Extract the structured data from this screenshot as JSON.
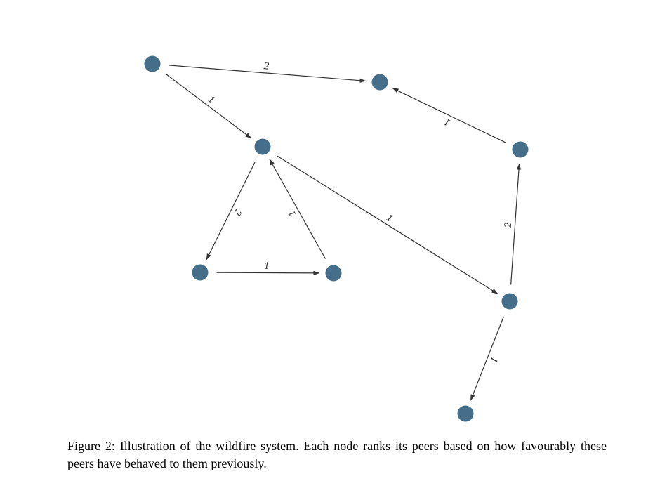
{
  "figure": {
    "caption": "Figure 2: Illustration of the wildfire system. Each node ranks its peers based on how favourably these peers have behaved to them previously.",
    "node_color": "#456e8a",
    "edge_color": "#333333"
  },
  "graph": {
    "nodes": [
      "n1",
      "n2",
      "n3",
      "n4",
      "n5",
      "n6",
      "n7",
      "n8"
    ],
    "edges": [
      {
        "from": "n1",
        "to": "n2",
        "label": "2"
      },
      {
        "from": "n1",
        "to": "n3",
        "label": "1"
      },
      {
        "from": "n4",
        "to": "n2",
        "label": "1"
      },
      {
        "from": "n3",
        "to": "n5",
        "label": "2"
      },
      {
        "from": "n6",
        "to": "n3",
        "label": "1"
      },
      {
        "from": "n5",
        "to": "n6",
        "label": "1"
      },
      {
        "from": "n3",
        "to": "n7",
        "label": "1"
      },
      {
        "from": "n7",
        "to": "n4",
        "label": "2"
      },
      {
        "from": "n7",
        "to": "n8",
        "label": "1"
      }
    ]
  }
}
